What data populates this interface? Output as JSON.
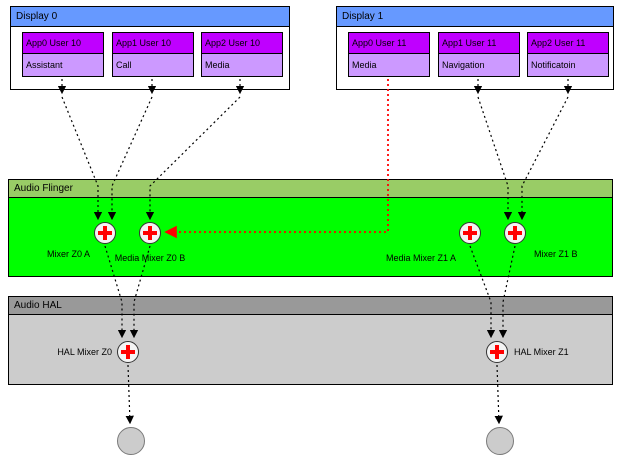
{
  "diagram": {
    "displays": [
      {
        "title": "Display 0",
        "apps": [
          {
            "name": "App0 User 10",
            "track": "Assistant"
          },
          {
            "name": "App1 User 10",
            "track": "Call"
          },
          {
            "name": "App2 User 10",
            "track": "Media"
          }
        ]
      },
      {
        "title": "Display 1",
        "apps": [
          {
            "name": "App0 User 11",
            "track": "Media"
          },
          {
            "name": "App1 User 11",
            "track": "Navigation"
          },
          {
            "name": "App2 User 11",
            "track": "Notificatoin"
          }
        ]
      }
    ],
    "audio_flinger": {
      "title": "Audio Flinger",
      "mixers": [
        "Mixer Z0 A",
        "Media Mixer Z0 B",
        "Media Mixer Z1 A",
        "Mixer Z1 B"
      ]
    },
    "audio_hal": {
      "title": "Audio HAL",
      "mixers": [
        "HAL Mixer Z0",
        "HAL Mixer Z1"
      ]
    },
    "outputs": [
      {
        "icon": "speaker-circle"
      },
      {
        "icon": "speaker-circle"
      }
    ],
    "colors": {
      "display_header": "#6699ff",
      "app_header": "#bf00ff",
      "app_body": "#cc99ff",
      "flinger_header": "#99cc66",
      "flinger_body": "#00ff00",
      "hal_header": "#999999",
      "hal_body": "#cccccc",
      "reroute_line": "#ff0000",
      "mixer_plus": "#ff0000"
    }
  }
}
